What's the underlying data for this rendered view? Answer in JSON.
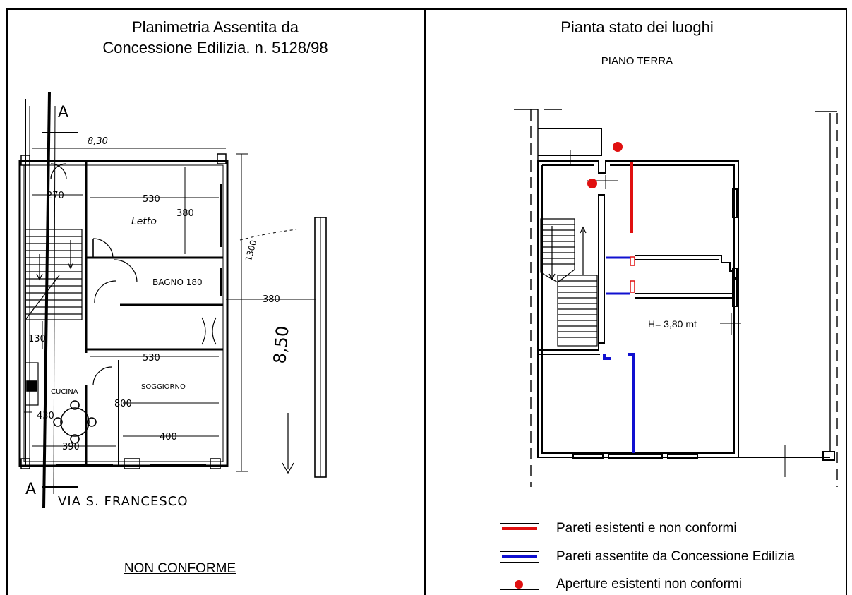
{
  "left_panel": {
    "title_line1": "Planimetria Assentita da",
    "title_line2": "Concessione Edilizia. n. 5128/98",
    "status": "NON CONFORME",
    "street": "VIA S. FRANCESCO",
    "labels": {
      "section_a": "A",
      "width_total": "8,30",
      "dim_270": "270",
      "dim_530_top": "530",
      "dim_380_room": "380",
      "room_letto": "Letto",
      "bagno": "BAGNO 180",
      "dim_380_side": "380",
      "dim_1300": "1300",
      "dim_815": "8,50",
      "dim_130": "130",
      "dim_530_mid": "530",
      "room_cucina": "CUCINA",
      "room_soggiorno": "SOGGIORNO",
      "dim_800": "800",
      "dim_430": "430",
      "dim_400": "400",
      "dim_390": "390"
    }
  },
  "right_panel": {
    "title": "Pianta stato dei luoghi",
    "subtitle": "PIANO TERRA",
    "height_label": "H= 3,80 mt"
  },
  "legend": [
    {
      "text": "Pareti esistenti e non conformi",
      "color": "#e01010",
      "kind": "bar"
    },
    {
      "text": "Pareti assentite da Concessione Edilizia",
      "color": "#1010d0",
      "kind": "bar"
    },
    {
      "text": "Aperture esistenti non conformi",
      "color": "#e01010",
      "kind": "dot"
    }
  ]
}
